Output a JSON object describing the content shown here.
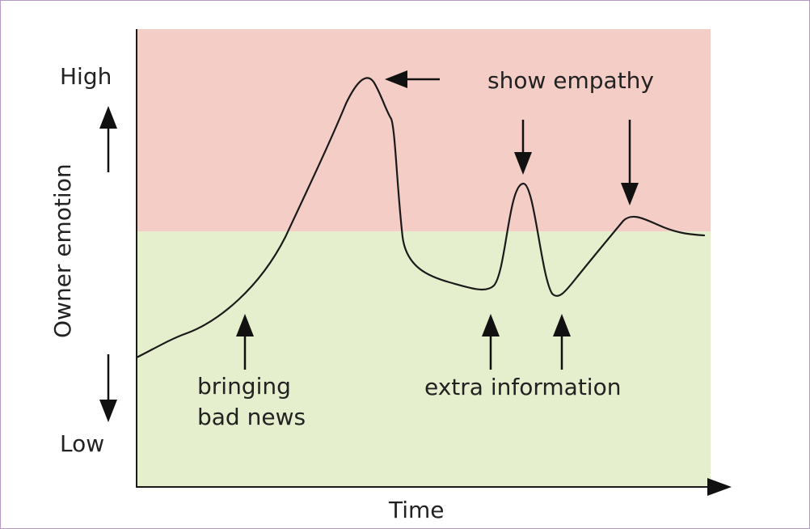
{
  "diagram": {
    "y_axis_title": "Owner emotion",
    "y_high_label": "High",
    "y_low_label": "Low",
    "x_axis_title": "Time",
    "zones": {
      "high_color": "#f4cdc7",
      "low_color": "#e5eecd"
    },
    "curve_color": "#1a1a1a",
    "annotations": {
      "show_empathy": "show empathy",
      "extra_information": "extra information",
      "bringing_bad_news": [
        "bringing",
        "bad news"
      ]
    }
  }
}
